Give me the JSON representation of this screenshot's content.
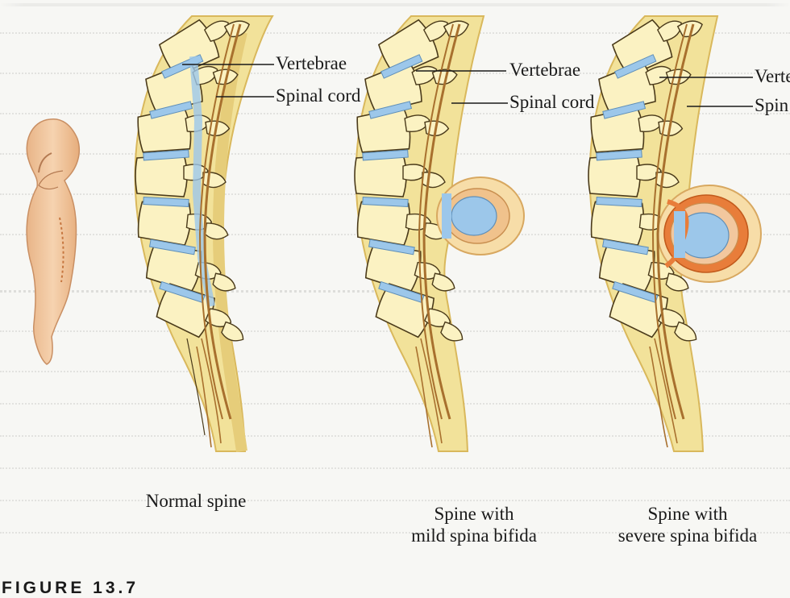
{
  "labels": {
    "vertebrae": "Vertebrae",
    "spinal_cord": "Spinal cord",
    "vertebrae_clipped": "Verte",
    "spinal_cord_clipped": "Spin"
  },
  "captions": {
    "normal": "Normal spine",
    "mild": [
      "Spine with",
      "mild spina bifida"
    ],
    "severe": [
      "Spine with",
      "severe spina bifida"
    ]
  },
  "figure_label": "FIGURE 13.7",
  "colors": {
    "background": "#f7f7f4",
    "skin": "#f2e29a",
    "skin_edge": "#d9b85c",
    "bone": "#fbf2c2",
    "bone_edge": "#4a3a1a",
    "disc": "#9cc7ea",
    "cord": "#a8702e",
    "fetus": "#f2c79e",
    "cyst_mild": "#f0c28c",
    "cyst_severe": "#e87d3a"
  }
}
